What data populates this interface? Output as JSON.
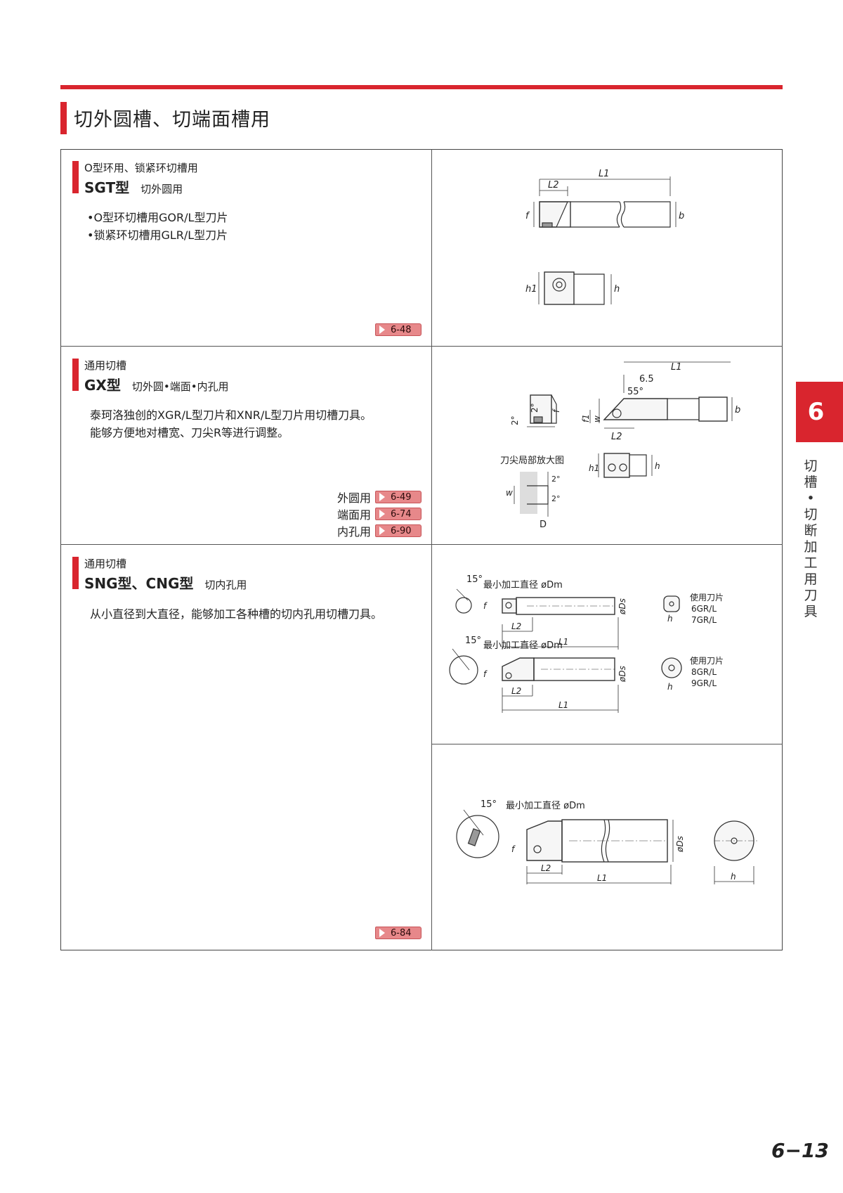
{
  "page": {
    "title": "切外圆槽、切端面槽用",
    "number": "6−13"
  },
  "side_tab": {
    "chapter": "6",
    "chars": [
      "切",
      "槽",
      "•",
      "切",
      "断",
      "加",
      "工",
      "用",
      "刀",
      "具"
    ]
  },
  "colors": {
    "accent": "#d9252e",
    "badge": "#e7888a",
    "line": "#444444"
  },
  "sections": [
    {
      "subtitle": "O型环用、锁紧环切槽用",
      "name": "SGT型",
      "note": "切外圆用",
      "lines": [
        "•O型环切槽用GOR/L型刀片",
        "•锁紧环切槽用GLR/L型刀片"
      ],
      "refs": [
        {
          "label": "",
          "page": "6-48"
        }
      ],
      "drawing": {
        "labels": {
          "L1": "L1",
          "L2": "L2",
          "f": "f",
          "b": "b",
          "h1": "h1",
          "h": "h"
        }
      }
    },
    {
      "subtitle": "通用切槽",
      "name": "GX型",
      "note": "切外圆•端面•内孔用",
      "lines": [
        "泰珂洛独创的XGR/L型刀片和XNR/L型刀片用切槽刀具。",
        "能够方便地对槽宽、刀尖R等进行调整。"
      ],
      "refs": [
        {
          "label": "外圆用",
          "page": "6-49"
        },
        {
          "label": "端面用",
          "page": "6-74"
        },
        {
          "label": "内孔用",
          "page": "6-90"
        }
      ],
      "drawing": {
        "labels": {
          "L1": "L1",
          "L2": "L2",
          "dim65": "6.5",
          "angle55": "55°",
          "angle2": "2°",
          "f": "f",
          "f1": "f1",
          "w": "w",
          "b": "b",
          "h1": "h1",
          "h": "h",
          "D": "D"
        },
        "detail_title": "刀尖局部放大图"
      }
    },
    {
      "subtitle": "通用切槽",
      "name": "SNG型、CNG型",
      "note": "切内孔用",
      "lines": [
        "从小直径到大直径，能够加工各种槽的切内孔用切槽刀具。"
      ],
      "refs": [
        {
          "label": "",
          "page": "6-84"
        }
      ],
      "drawings": [
        {
          "angle": "15°",
          "min_dia": "最小加工直径 øDm",
          "insert_title": "使用刀片",
          "inserts": [
            "6GR/L",
            "7GR/L"
          ],
          "labels": {
            "L1": "L1",
            "L2": "L2",
            "f": "f",
            "Ds": "øDs",
            "h": "h"
          }
        },
        {
          "angle": "15°",
          "min_dia": "最小加工直径 øDm",
          "insert_title": "使用刀片",
          "inserts": [
            "8GR/L",
            "9GR/L"
          ],
          "labels": {
            "L1": "L1",
            "L2": "L2",
            "f": "f",
            "Ds": "øDs",
            "h": "h"
          }
        },
        {
          "angle": "15°",
          "min_dia": "最小加工直径 øDm",
          "labels": {
            "L1": "L1",
            "L2": "L2",
            "f": "f",
            "Ds": "øDs",
            "h": "h"
          }
        }
      ]
    }
  ]
}
